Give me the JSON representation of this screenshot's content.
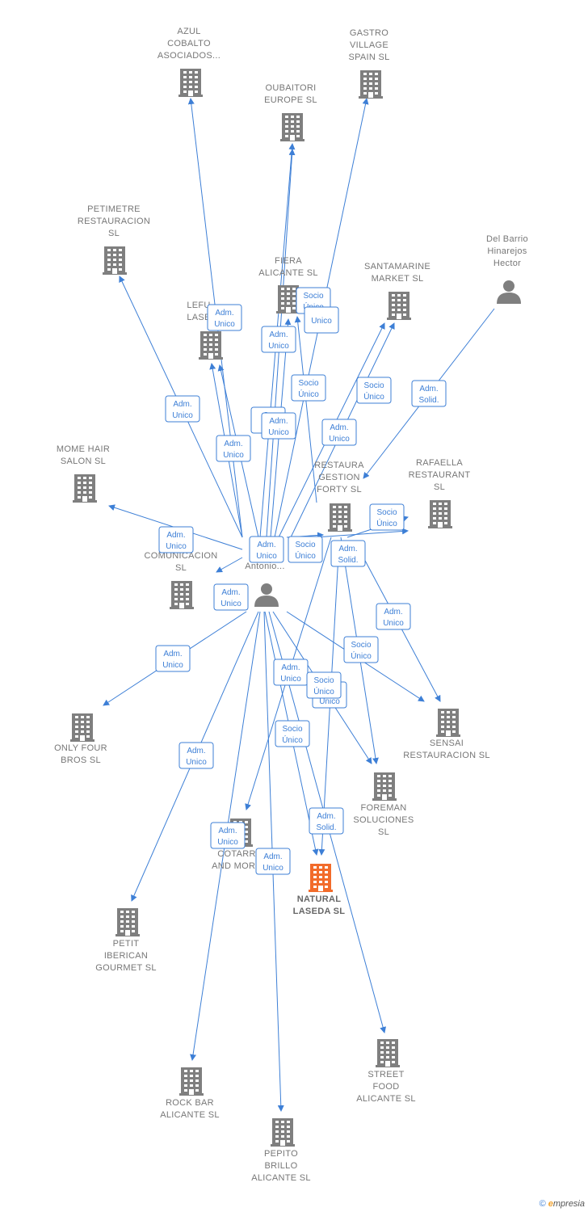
{
  "colors": {
    "edge": "#3d7fd6",
    "building": "#7f7f7f",
    "focus": "#f26b2a",
    "person": "#7f7f7f"
  },
  "nodes": [
    {
      "id": "azul",
      "type": "company",
      "lines": [
        "AZUL",
        "COBALTO",
        "ASOCIADOS..."
      ]
    },
    {
      "id": "gastro",
      "type": "company",
      "lines": [
        "GASTRO",
        "VILLAGE",
        "SPAIN  SL"
      ]
    },
    {
      "id": "oubaitori",
      "type": "company",
      "lines": [
        "OUBAITORI",
        "EUROPE  SL"
      ]
    },
    {
      "id": "petimetre",
      "type": "company",
      "lines": [
        "PETIMETRE",
        "RESTAURACION",
        "SL"
      ]
    },
    {
      "id": "delbarrio",
      "type": "person",
      "lines": [
        "Del Barrio",
        "Hinarejos",
        "Hector"
      ]
    },
    {
      "id": "fiera",
      "type": "company",
      "lines": [
        "FIERA",
        "ALICANTE  SL"
      ]
    },
    {
      "id": "santamarine",
      "type": "company",
      "lines": [
        "SANTAMARINE",
        "MARKET  SL"
      ]
    },
    {
      "id": "lefu",
      "type": "company",
      "lines": [
        "LEFU",
        "LASE"
      ]
    },
    {
      "id": "mome",
      "type": "company",
      "lines": [
        "MOME HAIR",
        "SALON  SL"
      ]
    },
    {
      "id": "restaura",
      "type": "company",
      "lines": [
        "RESTAURA",
        "GESTION",
        "FORTY SL"
      ]
    },
    {
      "id": "rafaella",
      "type": "company",
      "lines": [
        "RAFAELLA",
        "RESTAURANT",
        "SL"
      ]
    },
    {
      "id": "comunicacion",
      "type": "company",
      "lines": [
        "S",
        "COMUNICACION",
        "SL"
      ]
    },
    {
      "id": "antonio",
      "type": "person",
      "lines": [
        "H         s",
        "Antonio..."
      ]
    },
    {
      "id": "onlyfour",
      "type": "company",
      "lines": [
        "ONLY FOUR",
        "BROS  SL"
      ]
    },
    {
      "id": "sensai",
      "type": "company",
      "lines": [
        "SENSAI",
        "RESTAURACION SL"
      ]
    },
    {
      "id": "foreman",
      "type": "company",
      "lines": [
        "FOREMAN",
        "SOLUCIONES",
        "SL"
      ]
    },
    {
      "id": "cotarr",
      "type": "company",
      "lines": [
        "COTARR",
        "AND MORE"
      ]
    },
    {
      "id": "natural",
      "type": "focus",
      "lines": [
        "NATURAL",
        "LASEDA  SL"
      ]
    },
    {
      "id": "petit",
      "type": "company",
      "lines": [
        "PETIT",
        "IBERICAN",
        "GOURMET SL"
      ]
    },
    {
      "id": "rockbar",
      "type": "company",
      "lines": [
        "ROCK BAR",
        "ALICANTE  SL"
      ]
    },
    {
      "id": "streetfood",
      "type": "company",
      "lines": [
        "STREET",
        "FOOD",
        "ALICANTE  SL"
      ]
    },
    {
      "id": "pepito",
      "type": "company",
      "lines": [
        "PEPITO",
        "BRILLO",
        "ALICANTE  SL"
      ]
    }
  ],
  "badges": [
    {
      "lines": [
        "Adm.",
        "Unico"
      ]
    },
    {
      "lines": [
        "Socio",
        "Único"
      ]
    },
    {
      "lines": [
        "Adm.",
        "Unico"
      ]
    },
    {
      "lines": [
        "Unico"
      ]
    },
    {
      "lines": [
        "Adm.",
        "Unico"
      ]
    },
    {
      "lines": [
        "Socio",
        "Único"
      ]
    },
    {
      "lines": [
        "Socio",
        "Único"
      ]
    },
    {
      "lines": [
        "Adm.",
        "Solid."
      ]
    },
    {
      "lines": [
        "Adm.",
        "Unico"
      ]
    },
    {
      "lines": [
        "So",
        "U"
      ]
    },
    {
      "lines": [
        "Adm.",
        "Unico"
      ]
    },
    {
      "lines": [
        "Adm.",
        "Unico"
      ]
    },
    {
      "lines": [
        "Adm.",
        "Unico"
      ]
    },
    {
      "lines": [
        "Socio",
        "Único"
      ]
    },
    {
      "lines": [
        "Adm.",
        "Unico"
      ]
    },
    {
      "lines": [
        "Socio",
        "Único"
      ]
    },
    {
      "lines": [
        "Adm.",
        "Solid."
      ]
    },
    {
      "lines": [
        "Adm.",
        "Unico"
      ]
    },
    {
      "lines": [
        "Adm.",
        "Unico"
      ]
    },
    {
      "lines": [
        "Socio",
        "Único"
      ]
    },
    {
      "lines": [
        "Adm.",
        "Unico"
      ]
    },
    {
      "lines": [
        "Socio",
        "Único"
      ]
    },
    {
      "lines": [
        "Socio",
        "Único"
      ]
    },
    {
      "lines": [
        "Socio",
        "Único"
      ]
    },
    {
      "lines": [
        "Adm.",
        "Unico"
      ]
    },
    {
      "lines": [
        "Adm.",
        "Unico"
      ]
    },
    {
      "lines": [
        "Adm.",
        "Solid."
      ]
    },
    {
      "lines": [
        "Adm.",
        "Unico"
      ]
    },
    {
      "lines": [
        "Adm.",
        "Unico"
      ]
    }
  ],
  "footer": {
    "copyright": "©",
    "brand_e": "e",
    "brand_rest": "mpresia"
  }
}
